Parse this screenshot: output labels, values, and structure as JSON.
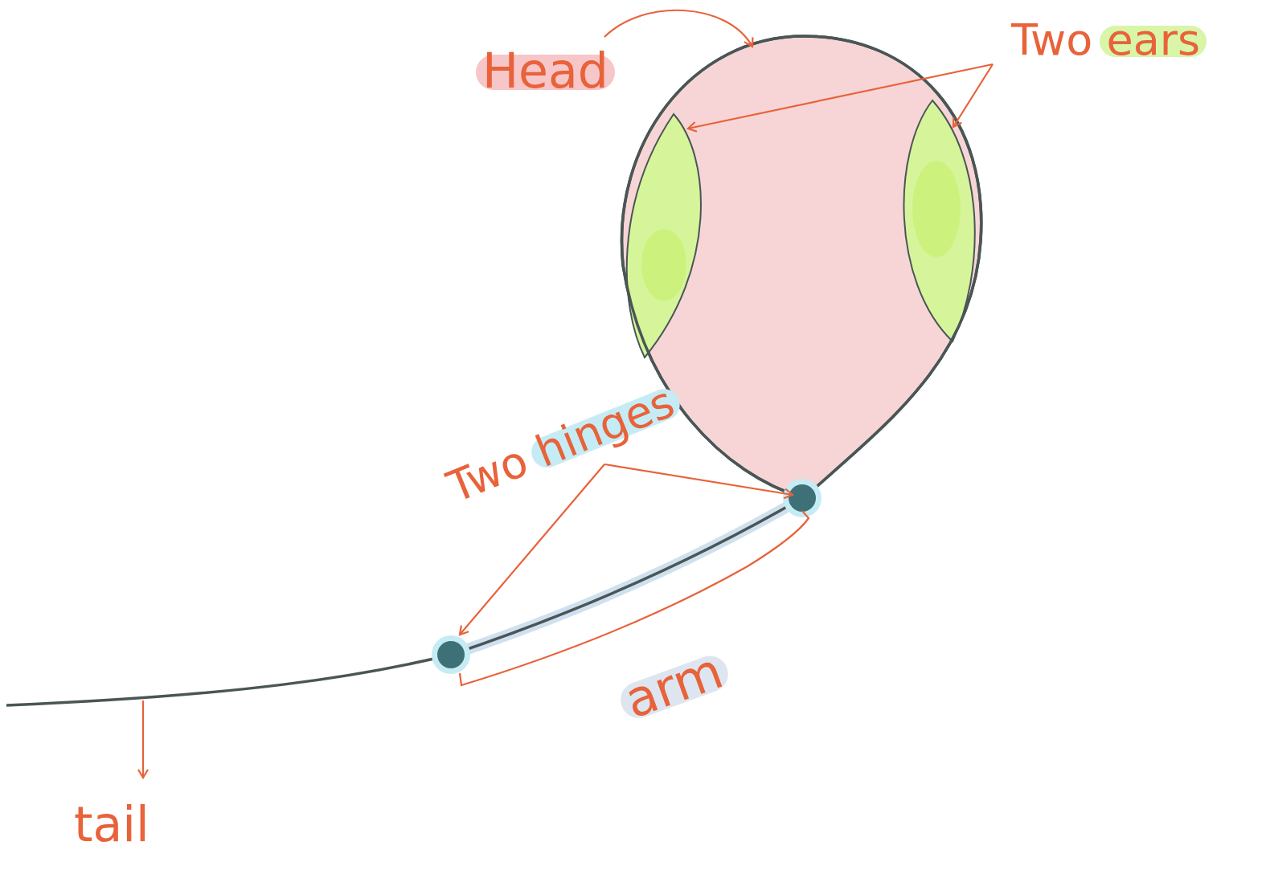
{
  "diagram": {
    "labels": [
      "Head",
      "Two ears",
      "Two hinges",
      "arm",
      "tail"
    ]
  }
}
